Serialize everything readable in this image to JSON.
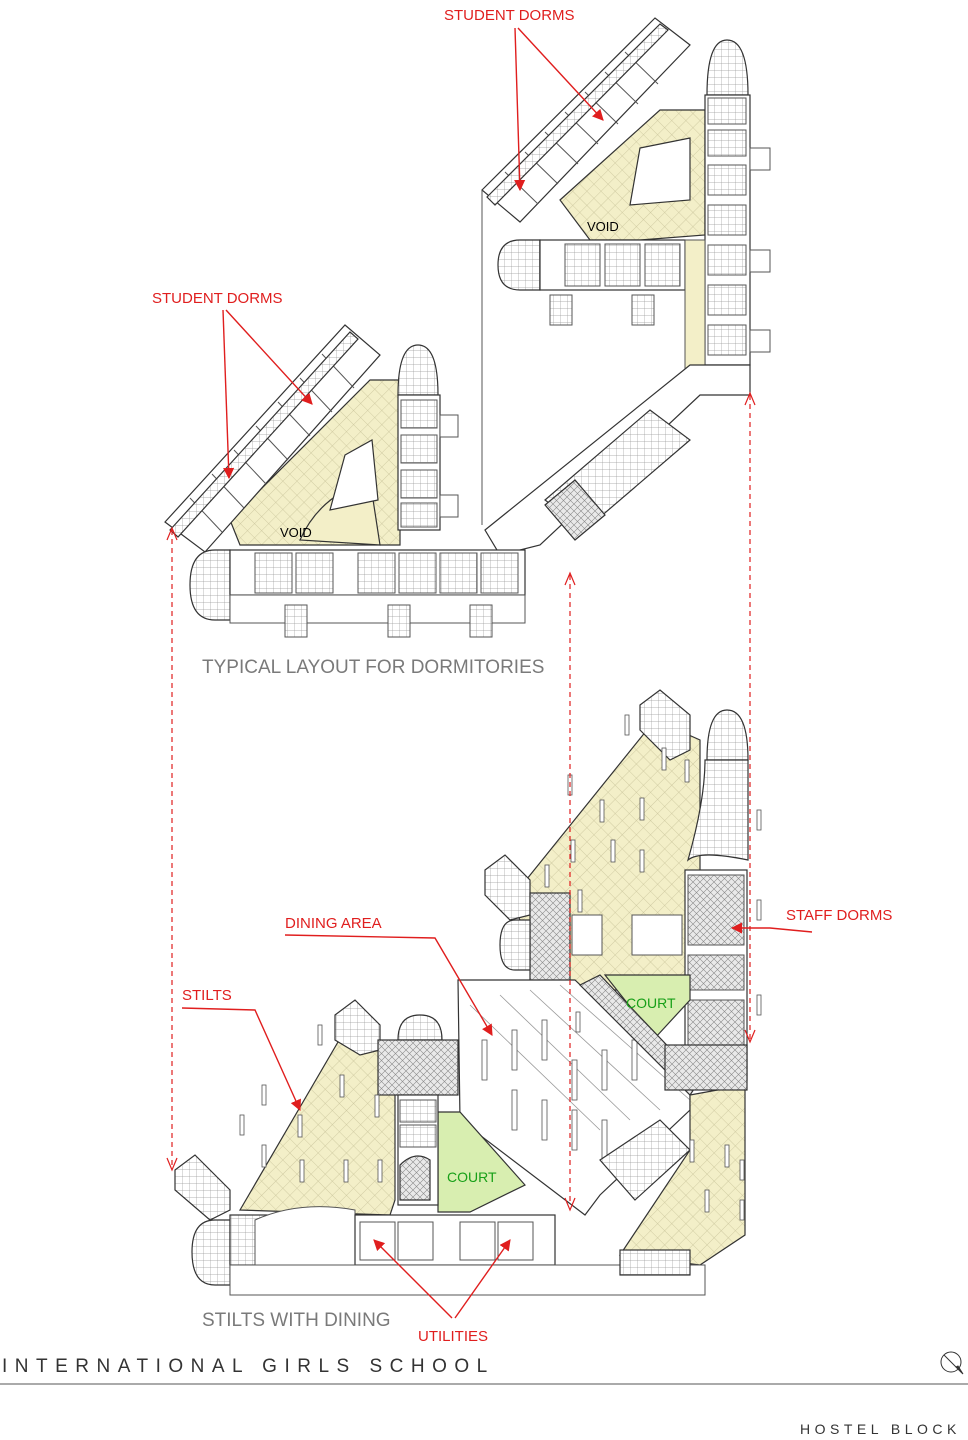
{
  "colors": {
    "annotation": "#e01e1e",
    "court": "#18a018",
    "floor_fill": "#f3efc8",
    "court_fill": "#d8eeb0",
    "wall": "#333333",
    "caption": "#7a7a7a"
  },
  "labels": {
    "student_dorms_top": "STUDENT DORMS",
    "student_dorms_left": "STUDENT DORMS",
    "void_upper": "VOID",
    "void_lower": "VOID",
    "dining_area": "DINING AREA",
    "staff_dorms": "STAFF DORMS",
    "stilts": "STILTS",
    "court_upper": "COURT",
    "court_lower": "COURT",
    "utilities": "UTILITIES"
  },
  "captions": {
    "typical_layout": "TYPICAL LAYOUT FOR DORMITORIES",
    "stilts_dining": "STILTS WITH DINING"
  },
  "footer": {
    "title": "INTERNATIONAL GIRLS SCHOOL",
    "subtitle": "HOSTEL BLOCK",
    "north_symbol": "north-arrow-icon"
  }
}
